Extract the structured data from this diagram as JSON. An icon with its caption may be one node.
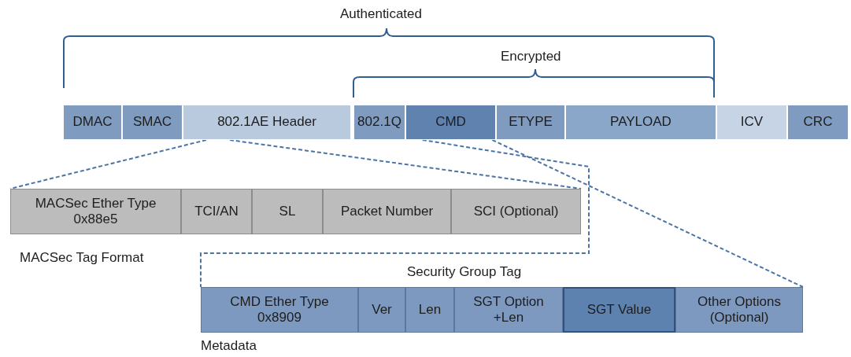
{
  "diagram": {
    "nodes": [
      {
        "text": [
          "DMAC"
        ]
      },
      {
        "text": [
          "SMAC"
        ]
      },
      {
        "text": [
          "802.1AE Header"
        ]
      },
      {
        "text": [
          "802.1Q"
        ]
      },
      {
        "text": [
          "CMD"
        ]
      },
      {
        "text": [
          "ETYPE"
        ]
      },
      {
        "text": [
          "PAYLOAD"
        ]
      },
      {
        "text": [
          "ICV"
        ]
      },
      {
        "text": [
          "CRC"
        ]
      },
      {
        "text": [
          "MACSec Ether Type 0x88e5"
        ]
      },
      {
        "text": [
          "TCI/AN"
        ]
      },
      {
        "text": [
          "SL"
        ]
      },
      {
        "text": [
          "Packet Number"
        ]
      },
      {
        "text": [
          "SCI (Optional)"
        ]
      },
      {
        "text": [
          "CMD Ether Type 0x8909"
        ]
      },
      {
        "text": [
          "Ver"
        ]
      },
      {
        "text": [
          "Len"
        ]
      },
      {
        "text": [
          "SGT Option +Len"
        ]
      },
      {
        "text": [
          "SGT Value"
        ]
      },
      {
        "text": [
          "Other Options (Optional)"
        ]
      }
    ],
    "edges": [
      {
        "from": 2,
        "to": 9,
        "arrow": "none",
        "style": "dashed"
      },
      {
        "from": 2,
        "to": 13,
        "arrow": "none",
        "style": "dashed"
      },
      {
        "from": 4,
        "to": 14,
        "arrow": "none",
        "style": "dashed"
      },
      {
        "from": 4,
        "to": 19,
        "arrow": "none",
        "style": "dashed"
      }
    ],
    "labels": [
      "Authenticated",
      "Encrypted",
      "MACSec Tag Format",
      "Security Group Tag",
      "Metadata"
    ]
  }
}
